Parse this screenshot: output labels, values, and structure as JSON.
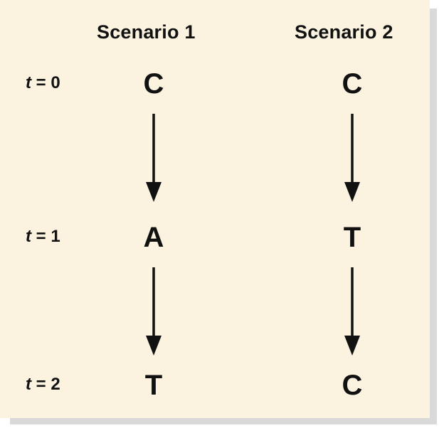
{
  "scenarios": [
    {
      "header": "Scenario 1",
      "states": [
        "C",
        "A",
        "T"
      ]
    },
    {
      "header": "Scenario 2",
      "states": [
        "C",
        "T",
        "C"
      ]
    }
  ],
  "times": [
    {
      "var": "t",
      "eq": " = 0"
    },
    {
      "var": "t",
      "eq": " = 1"
    },
    {
      "var": "t",
      "eq": " = 2"
    }
  ],
  "colors": {
    "panel_background": "#fbf3df",
    "shadow": "#d9d9d9",
    "text": "#111111"
  }
}
